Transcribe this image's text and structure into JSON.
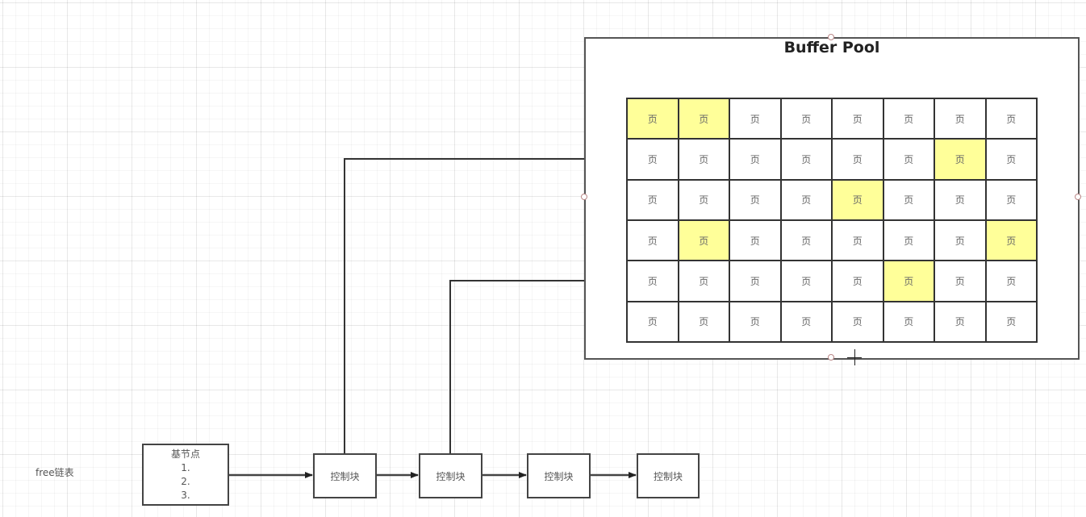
{
  "buffer_pool": {
    "title": "Buffer Pool",
    "page_label": "页",
    "rows": 6,
    "cols": 8,
    "used_cells": [
      [
        0,
        0
      ],
      [
        0,
        1
      ],
      [
        1,
        6
      ],
      [
        2,
        4
      ],
      [
        3,
        1
      ],
      [
        3,
        7
      ],
      [
        4,
        5
      ]
    ],
    "used_color": "#ffff99"
  },
  "free_list": {
    "label": "free链表",
    "base_node": {
      "title": "基节点",
      "lines": [
        "1.",
        "2.",
        "3."
      ]
    },
    "control_blocks": [
      "控制块",
      "控制块",
      "控制块",
      "控制块"
    ]
  },
  "links": [
    {
      "from_block": 0,
      "to_row": 1
    },
    {
      "from_block": 1,
      "to_row": 4
    }
  ]
}
